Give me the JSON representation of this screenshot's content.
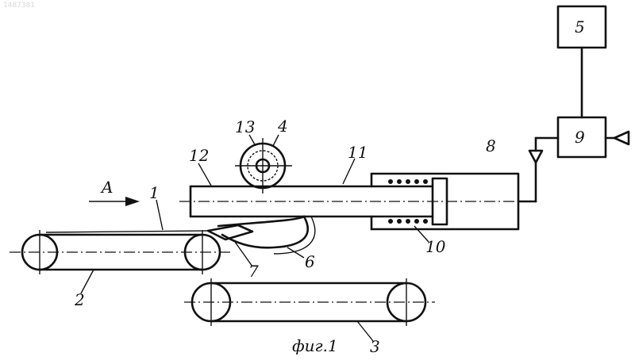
{
  "corner_mark": "1487381",
  "direction_label": "A",
  "caption": "фиг.1",
  "labels": {
    "l1": "1",
    "l2": "2",
    "l3": "3",
    "l4": "4",
    "l5": "5",
    "l6": "6",
    "l7": "7",
    "l8": "8",
    "l9": "9",
    "l10": "10",
    "l11": "11",
    "l12": "12",
    "l13": "13"
  }
}
